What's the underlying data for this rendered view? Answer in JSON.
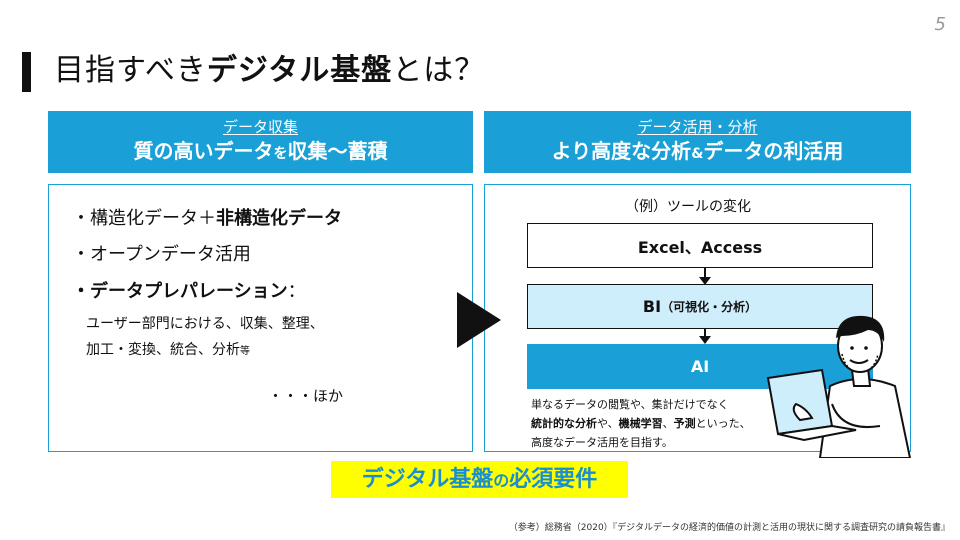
{
  "page_number": "5",
  "title": {
    "part1": "目指すべき",
    "part2": "デジタル基盤",
    "part3": "とは？"
  },
  "left_header": {
    "sub": "データ収集",
    "main_a": "質の高いデータ",
    "main_b": "を",
    "main_c": "収集～蓄積"
  },
  "right_header": {
    "sub": "データ活用・分析",
    "main_a": "より高度な分析",
    "main_b": "&",
    "main_c": "データの利活用"
  },
  "bullets": {
    "b1_plain": "・構造化データ＋",
    "b1_bold": "非構造化データ",
    "b2": "・オープンデータ活用",
    "b3_bold": "・データプレパレーション",
    "b3_plain": "：",
    "sub1": "ユーザー部門における、収集、整理、",
    "sub2_main": "加工・変換、統合、分析",
    "sub2_small": "等",
    "hoka": "・・・ほか"
  },
  "example": {
    "label": "（例）ツールの変化",
    "tool1": "Excel、Access",
    "tool2_main": "BI",
    "tool2_small": "（可視化・分析）",
    "tool3": "AI"
  },
  "description": {
    "line1": "単なるデータの閲覧や、集計だけでなく",
    "line2_b1": "統計的な分析",
    "line2_p1": "や、",
    "line2_b2": "機械学習",
    "line2_p2": "、",
    "line2_b3": "予測",
    "line2_p3": "といった、",
    "line3": "高度なデータ活用を目指す。"
  },
  "requirement": {
    "part1": "デジタル基盤",
    "part2": "の",
    "part3": "必須要件"
  },
  "reference": "（参考）総務省（2020）『デジタルデータの経済的価値の計測と活用の現状に関する調査研究の請負報告書』",
  "colors": {
    "accent_blue": "#1aa0d6",
    "light_blue": "#cfeefb",
    "highlight_yellow": "#ffff00",
    "requirement_text": "#1a8fd0"
  },
  "icons": {
    "arrow": "right-triangle-arrow",
    "person": "person-with-laptop-illustration"
  }
}
